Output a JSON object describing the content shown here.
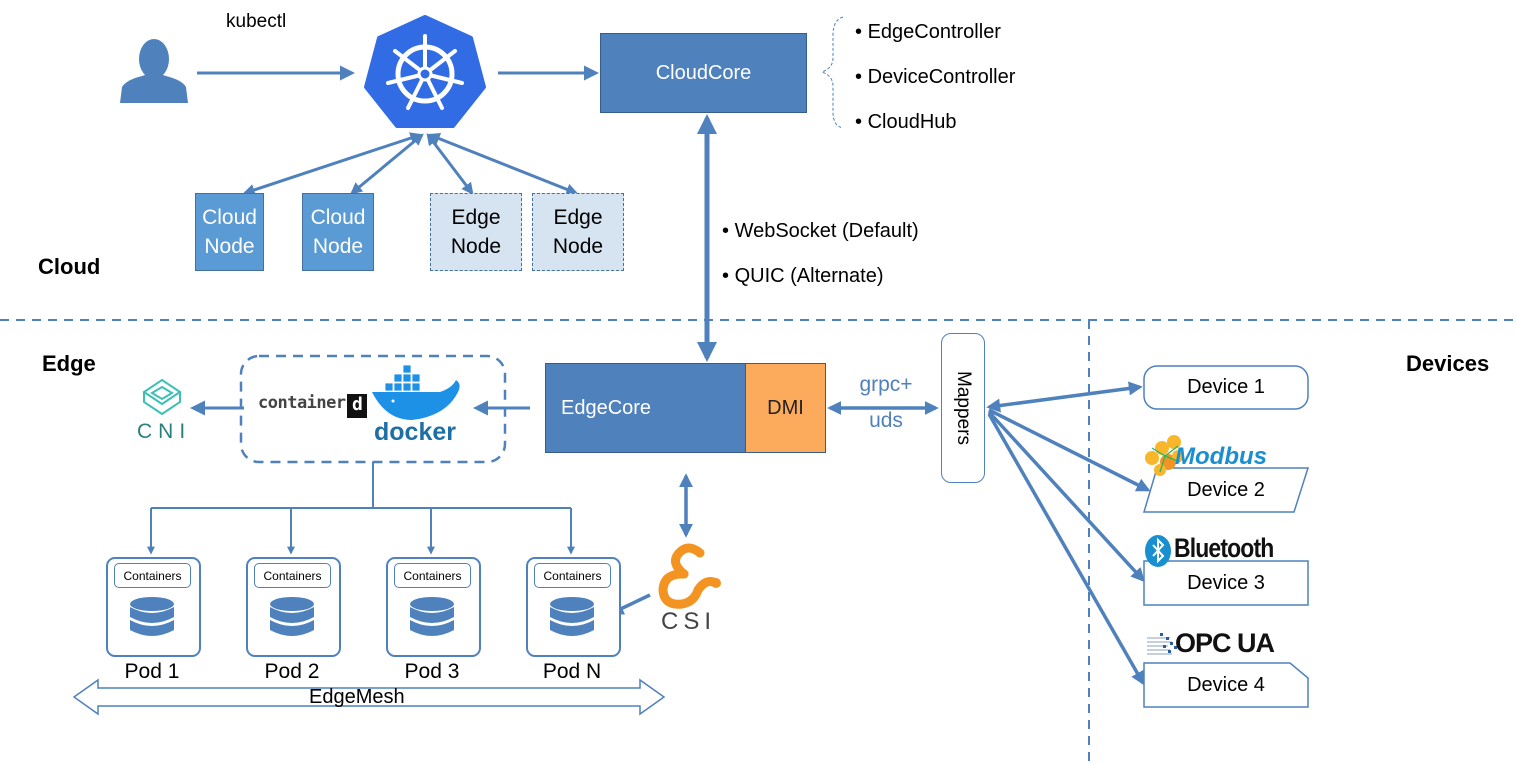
{
  "sections": {
    "cloud": "Cloud",
    "edge": "Edge",
    "devices": "Devices"
  },
  "cloud": {
    "user_to_k8s_label": "kubectl",
    "cloudcore": "CloudCore",
    "cloudcore_modules": [
      "EdgeController",
      "DeviceController",
      "CloudHub"
    ],
    "nodes": [
      {
        "line1": "Cloud",
        "line2": "Node",
        "kind": "cloud"
      },
      {
        "line1": "Cloud",
        "line2": "Node",
        "kind": "cloud"
      },
      {
        "line1": "Edge",
        "line2": "Node",
        "kind": "edge"
      },
      {
        "line1": "Edge",
        "line2": "Node",
        "kind": "edge"
      }
    ],
    "protocols": [
      "WebSocket (Default)",
      "QUIC (Alternate)"
    ]
  },
  "edge": {
    "edgecore": "EdgeCore",
    "dmi": "DMI",
    "grpc_label_line1": "grpc+",
    "grpc_label_line2": "uds",
    "mappers": "Mappers",
    "runtimes": [
      "containerd",
      "docker"
    ],
    "cni_label": "CNI",
    "csi_label": "CSI",
    "pods": [
      {
        "label": "Pod 1",
        "inner": "Containers"
      },
      {
        "label": "Pod 2",
        "inner": "Containers"
      },
      {
        "label": "Pod 3",
        "inner": "Containers"
      },
      {
        "label": "Pod N",
        "inner": "Containers"
      }
    ],
    "edgemesh": "EdgeMesh"
  },
  "devices": [
    {
      "label": "Device 1",
      "protocol": ""
    },
    {
      "label": "Device 2",
      "protocol": "Modbus"
    },
    {
      "label": "Device 3",
      "protocol": "Bluetooth"
    },
    {
      "label": "Device 4",
      "protocol": "OPC UA"
    }
  ],
  "colors": {
    "primary": "#4f81bd",
    "node_blue": "#5b9bd5",
    "edge_node_fill": "#d6e3f1",
    "dmi_orange": "#fcaa5c",
    "k8s_blue": "#326ce5",
    "cni_teal": "#3cc0b6",
    "csi_orange": "#f39422",
    "docker_blue": "#1d91e6",
    "modbus_blue": "#1a8fd0"
  }
}
